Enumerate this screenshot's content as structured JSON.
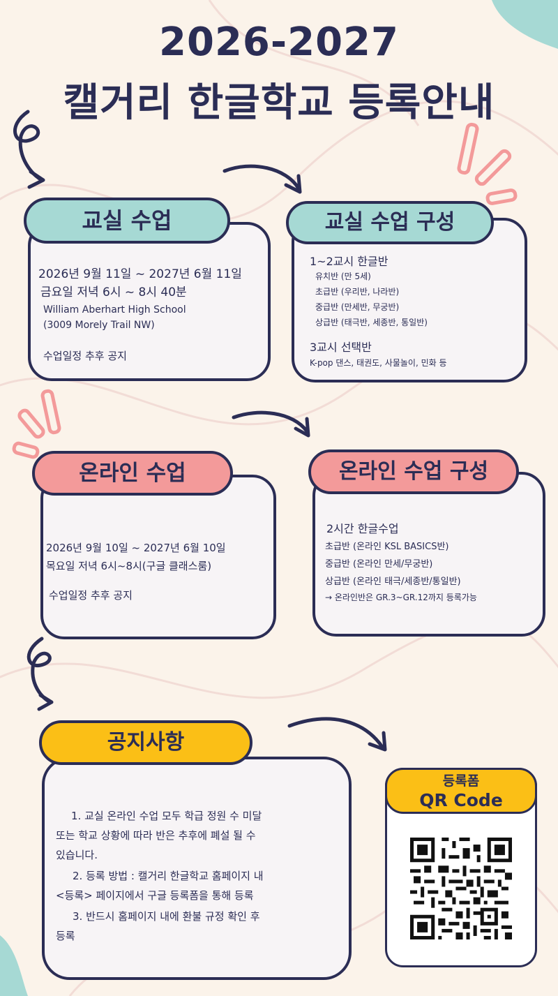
{
  "title": {
    "line1": "2026-2027",
    "line2": "캘거리 한글학교 등록안내"
  },
  "classroom": {
    "label": "교실 수업",
    "date_range": "2026년 9월 11일 ~ 2027년 6월 11일",
    "time": "금요일 저녁 6시 ~ 8시 40분",
    "school": "William Aberhart High School",
    "address": "(3009 Morely Trail NW)",
    "schedule_note": "수업일정 추후 공지"
  },
  "classroom_structure": {
    "label": "교실 수업 구성",
    "period12_title": "1~2교시 한글반",
    "levels": [
      "유치반 (만 5세)",
      "초급반 (우리반, 나라반)",
      "중급반 (만세반, 무궁반)",
      "상급반 (태극반, 세종반, 통일반)"
    ],
    "period3_title": "3교시 선택반",
    "period3_options": "K-pop 댄스, 태권도, 사물놀이, 민화 등"
  },
  "online": {
    "label": "온라인 수업",
    "date_range": "2026년 9월 10일 ~ 2027년 6월 10일",
    "time": "목요일 저녁 6시~8시(구글 클래스룸)",
    "schedule_note": "수업일정 추후 공지"
  },
  "online_structure": {
    "label": "온라인 수업 구성",
    "title": "2시간 한글수업",
    "levels": [
      "초급반 (온라인 KSL BASICS반)",
      "중급반 (온라인 만세/무궁반)",
      "상급반 (온라인 태극/세종반/통일반)"
    ],
    "note": "→ 온라인반은 GR.3~GR.12까지  등록가능"
  },
  "notice": {
    "label": "공지사항",
    "lines": [
      "1. 교실 온라인 수업 모두 학급 정원 수 미달",
      "또는 학교 상황에 따라 반은 추후에 폐설 될 수",
      "있습니다.",
      "2. 등록 방법 : 캘거리 한글학교 홈페이지 내",
      "<등록> 페이지에서 구글 등록폼을 통해 등록",
      "3. 반드시 홈페이지 내에 환불 규정 확인 후",
      "등록"
    ]
  },
  "qr": {
    "line1": "등록폼",
    "line2": "QR Code"
  },
  "colors": {
    "navy": "#2b2d55",
    "teal": "#a6d9d4",
    "pink": "#f39a9a",
    "gold": "#fbbf16",
    "background": "#fbf3ea"
  }
}
